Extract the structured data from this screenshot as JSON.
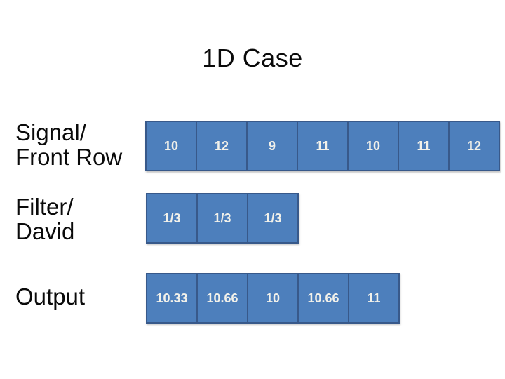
{
  "title": "1D Case",
  "colors": {
    "cell_fill": "#4d7fbc",
    "cell_border": "#38598a",
    "cell_text": "#f2f1ea",
    "text": "#0a0a0a",
    "background": "#ffffff"
  },
  "rows": [
    {
      "name": "signal",
      "label1": "Signal/",
      "label2": "Front Row",
      "cells": [
        "10",
        "12",
        "9",
        "11",
        "10",
        "11",
        "12"
      ]
    },
    {
      "name": "filter",
      "label1": "Filter/",
      "label2": "David",
      "cells": [
        "1/3",
        "1/3",
        "1/3"
      ]
    },
    {
      "name": "output",
      "label1": "Output",
      "label2": "",
      "cells": [
        "10.33",
        "10.66",
        "10",
        "10.66",
        "11"
      ]
    }
  ]
}
